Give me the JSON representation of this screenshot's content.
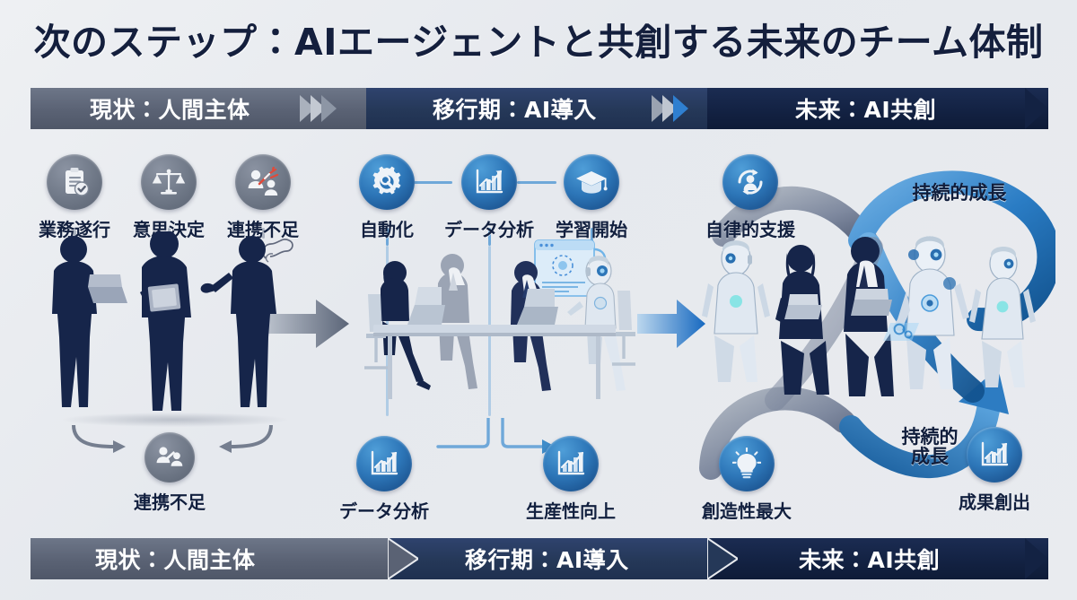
{
  "title": "次のステップ：AIエージェントと共創する未来のチーム体制",
  "colors": {
    "background": "#e9ebef",
    "title_text": "#141f3d",
    "phase_grey": "#5a6274",
    "phase_navy": "#253858",
    "phase_dark": "#132243",
    "accent_blue": "#2d76b8",
    "icon_grey": "#6f7887",
    "silhouette_navy": "#16254a",
    "connector_blue": "#6fa8d9"
  },
  "banner_top": {
    "separator": "chevron",
    "segments": [
      {
        "label": "現状：人間主体",
        "style": "grey"
      },
      {
        "label": "移行期：AI導入",
        "style": "navy"
      },
      {
        "label": "未来：AI共創",
        "style": "dark"
      }
    ]
  },
  "banner_bottom": {
    "separator": "arrow",
    "segments": [
      {
        "label": "現状：人間主体",
        "style": "grey"
      },
      {
        "label": "移行期：AI導入",
        "style": "navy"
      },
      {
        "label": "未来：AI共創",
        "style": "dark"
      }
    ]
  },
  "panels": [
    {
      "id": "current",
      "phase": "現状：人間主体",
      "top_icons": [
        {
          "label": "業務遂行",
          "icon": "clipboard-check-icon",
          "color": "grey"
        },
        {
          "label": "意思決定",
          "icon": "scales-balance-icon",
          "color": "grey"
        },
        {
          "label": "連携不足",
          "icon": "broken-link-people-icon",
          "color": "grey"
        }
      ],
      "bottom_icons": [
        {
          "label": "連携不足",
          "icon": "broken-link-people-icon",
          "color": "grey"
        }
      ],
      "scene": "three-businessmen-silhouettes"
    },
    {
      "id": "transition",
      "phase": "移行期：AI導入",
      "top_icons": [
        {
          "label": "自動化",
          "icon": "gear-wrench-icon",
          "color": "blue"
        },
        {
          "label": "データ分析",
          "icon": "bar-chart-growth-icon",
          "color": "blue"
        },
        {
          "label": "学習開始",
          "icon": "graduation-cap-icon",
          "color": "blue"
        }
      ],
      "bottom_icons": [
        {
          "label": "データ分析",
          "icon": "bar-chart-growth-icon",
          "color": "blue"
        },
        {
          "label": "生産性向上",
          "icon": "bar-chart-growth-icon",
          "color": "blue"
        }
      ],
      "scene": "meeting-table-humans-and-robot"
    },
    {
      "id": "future",
      "phase": "未来：AI共創",
      "top_icons": [
        {
          "label": "自律的支援",
          "icon": "person-refresh-cycle-icon",
          "color": "blue"
        }
      ],
      "bottom_icons": [
        {
          "label": "創造性最大",
          "icon": "lightbulb-icon",
          "color": "blue"
        },
        {
          "label": "成果創出",
          "icon": "bar-chart-growth-icon",
          "color": "blue"
        }
      ],
      "annotations": [
        {
          "label": "持続的成長",
          "position": "top-right"
        },
        {
          "label": "持続的\n成長",
          "position": "bottom-center"
        }
      ],
      "scene": "humans-and-robots-team-with-infinity-loop"
    }
  ],
  "flow_arrows": [
    {
      "from": "current",
      "to": "transition",
      "color": "grey"
    },
    {
      "from": "transition",
      "to": "future",
      "color": "blue"
    }
  ],
  "annotation_growth_1": "持続的成長",
  "annotation_growth_2a": "持続的",
  "annotation_growth_2b": "成長"
}
